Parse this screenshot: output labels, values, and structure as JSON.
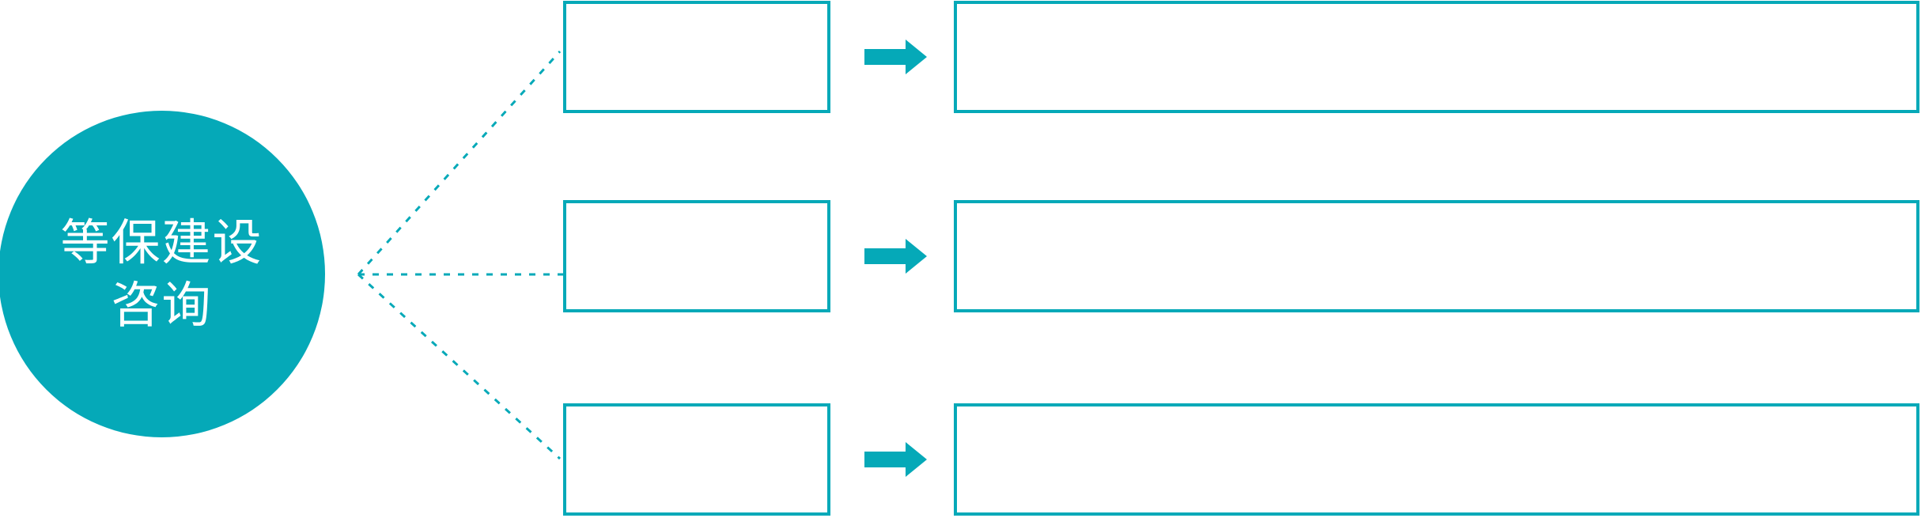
{
  "diagram": {
    "hub": {
      "label": "等保建设咨询",
      "lines": [
        "等保建设",
        "咨询"
      ]
    },
    "rows": [
      {
        "small_box_text": "",
        "large_box_text": ""
      },
      {
        "small_box_text": "",
        "large_box_text": ""
      },
      {
        "small_box_text": "",
        "large_box_text": ""
      }
    ],
    "icons": {
      "row_arrow": "right-arrow"
    },
    "colors": {
      "teal": "#05a9b8",
      "background": "#ffffff",
      "hub_text": "#ffffff"
    }
  }
}
